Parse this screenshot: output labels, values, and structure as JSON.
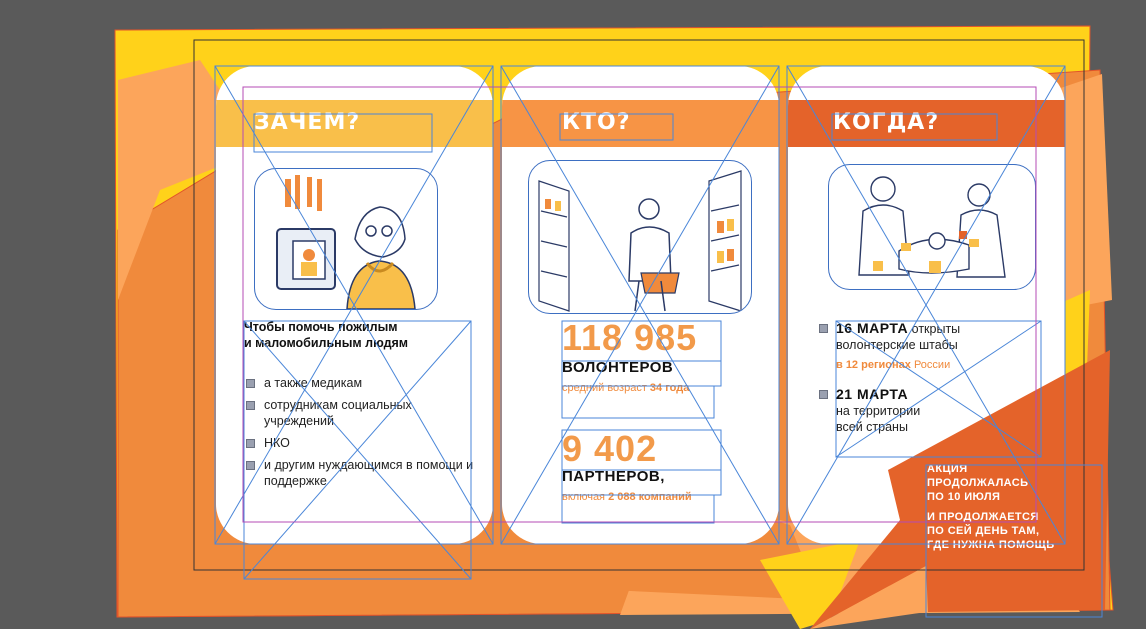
{
  "colors": {
    "background": "#5a5a5a",
    "yellow": "#ffd21a",
    "light_orange": "#fca55b",
    "orange": "#f08a3c",
    "dark_orange": "#e4632a",
    "header_why": "#f9bf4a",
    "header_who": "#f79445",
    "header_when": "#e4632a",
    "guide_blue": "#4a86d8",
    "guide_magenta": "#b44bb5"
  },
  "cards": {
    "why": {
      "title": "ЗАЧЕМ?",
      "intro_line1": "Чтобы помочь пожилым",
      "intro_line2": "и маломобильным людям",
      "bullets": [
        "а также медикам",
        "сотрудникам социальных учреждений",
        "НКО",
        "и другим нуждающимся в помощи и поддержке"
      ],
      "illustration_icon": "elderly-woman-with-tv-illustration"
    },
    "who": {
      "title": "КТО?",
      "volunteers_number": "118 985",
      "volunteers_label": "ВОЛОНТЕРОВ",
      "volunteers_note_prefix": "средний возраст ",
      "volunteers_note_bold": "34 года",
      "partners_number": "9 402",
      "partners_label": "ПАРТНЕРОВ,",
      "partners_note_prefix": "включая ",
      "partners_note_bold": "2 088 компаний",
      "illustration_icon": "volunteer-in-supermarket-illustration"
    },
    "when": {
      "title": "КОГДА?",
      "item1_date": "16 МАРТА",
      "item1_text_a": " открыты",
      "item1_text_b": "волонтерские штабы",
      "item1_note_bold": "в 12 регионах",
      "item1_note_rest": " России",
      "item2_date": "21 МАРТА",
      "item2_text_a": "на территории",
      "item2_text_b": "всей страны",
      "illustration_icon": "medics-in-protective-suits-illustration"
    }
  },
  "callout": {
    "line1": "АКЦИЯ",
    "line2": "ПРОДОЛЖАЛАСЬ",
    "line3": "ПО 10 ИЮЛЯ",
    "line4": "И ПРОДОЛЖАЕТСЯ",
    "line5": "ПО СЕЙ ДЕНЬ ТАМ,",
    "line6": "ГДЕ НУЖНА ПОМОЩЬ"
  }
}
